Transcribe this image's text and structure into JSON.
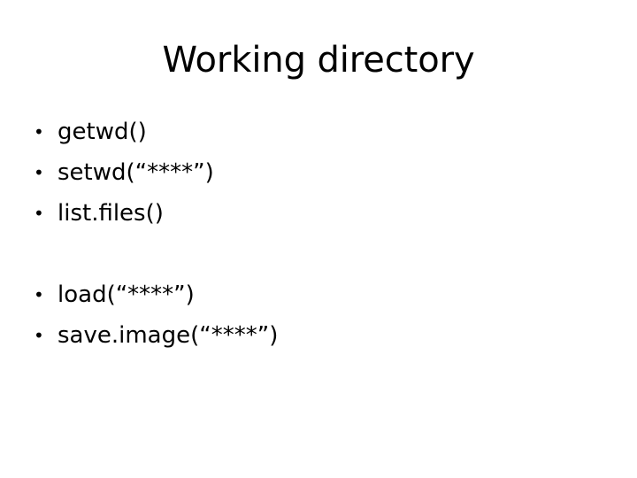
{
  "slide": {
    "title": "Working directory",
    "background_color": "#ffffff",
    "text_color": "#000000",
    "bullet_glyph": "•",
    "groups": [
      {
        "name": "working-directory-commands",
        "items": [
          {
            "text": "getwd()"
          },
          {
            "text": "setwd(“****”)"
          },
          {
            "text": "list.files()"
          }
        ]
      },
      {
        "name": "workspace-commands",
        "items": [
          {
            "text": "load(“****”)"
          },
          {
            "text": "save.image(“****”)"
          }
        ]
      }
    ]
  }
}
